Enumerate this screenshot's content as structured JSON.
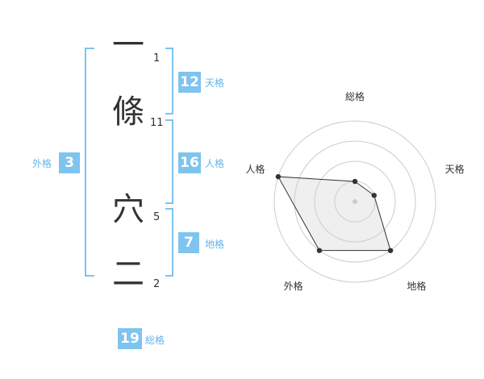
{
  "name_chars": [
    {
      "char": "一",
      "strokes": "1"
    },
    {
      "char": "條",
      "strokes": "11"
    },
    {
      "char": "穴",
      "strokes": "5"
    },
    {
      "char": "二",
      "strokes": "2"
    }
  ],
  "fortunes": {
    "tenkaku": {
      "value": "12",
      "label": "天格"
    },
    "jinkaku": {
      "value": "16",
      "label": "人格"
    },
    "chikaku": {
      "value": "7",
      "label": "地格"
    },
    "gaikaku": {
      "value": "3",
      "label": "外格"
    },
    "soukaku": {
      "value": "19",
      "label": "総格"
    }
  },
  "colors": {
    "accent": "#7fc3ef",
    "label": "#63b5ea",
    "text": "#333333"
  },
  "chart_data": {
    "type": "radar",
    "axes": [
      "総格",
      "天格",
      "地格",
      "外格",
      "人格"
    ],
    "values": [
      1,
      1,
      3,
      3,
      4
    ],
    "max": 4,
    "rings": 4
  }
}
